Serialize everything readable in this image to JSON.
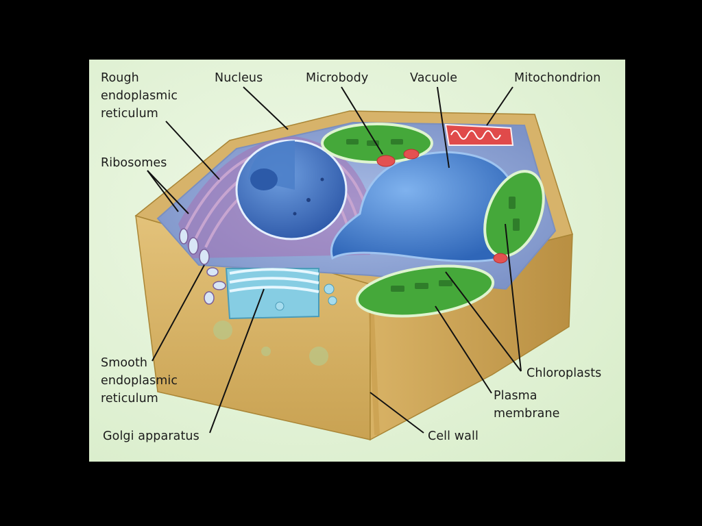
{
  "labels": {
    "rough_er": "Rough\nendoplasmic\nreticulum",
    "nucleus": "Nucleus",
    "microbody": "Microbody",
    "vacuole": "Vacuole",
    "mitochondrion": "Mitochondrion",
    "ribosomes": "Ribosomes",
    "smooth_er": "Smooth\nendoplasmic\nreticulum",
    "golgi": "Golgi apparatus",
    "chloroplasts": "Chloroplasts",
    "plasma_membrane": "Plasma\nmembrane",
    "cell_wall": "Cell wall"
  },
  "colors": {
    "background": "#000000",
    "panel": "#e4f3d8",
    "cell_wall": "#d9b468",
    "cytoplasm": "#8fa8d8",
    "nucleus": "#3b6fc0",
    "er": "#b07ab8",
    "golgi": "#7fc8e0",
    "vacuole": "#3f7fd0",
    "chloroplast": "#43a83a",
    "mitochondrion": "#e04848",
    "microbody": "#e05050",
    "leader_line": "#111111"
  }
}
